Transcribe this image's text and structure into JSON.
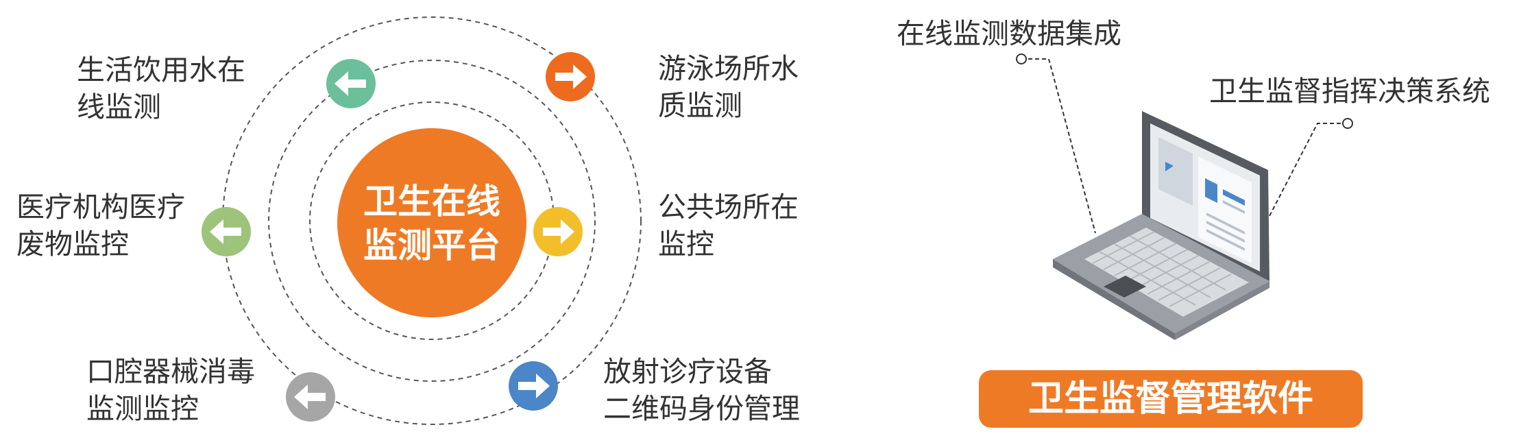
{
  "platform": {
    "line1": "卫生在线",
    "line2": "监测平台"
  },
  "nodes": [
    {
      "id": "drinking-water",
      "line1": "生活饮用水在",
      "line2": "线监测",
      "color": "#6bbf9b",
      "arrow": "left"
    },
    {
      "id": "medical-waste",
      "line1": "医疗机构医疗",
      "line2": "废物监控",
      "color": "#9dc47a",
      "arrow": "left"
    },
    {
      "id": "oral-disinfection",
      "line1": "口腔器械消毒",
      "line2": "监测监控",
      "color": "#a6a6a6",
      "arrow": "left"
    },
    {
      "id": "swimming-water",
      "line1": "游泳场所水",
      "line2": "质监测",
      "color": "#ed6b1f",
      "arrow": "right"
    },
    {
      "id": "public-places",
      "line1": "公共场所在",
      "line2": "监控",
      "color": "#f2be2a",
      "arrow": "right"
    },
    {
      "id": "radiology-qr",
      "line1": "放射诊疗设备",
      "line2": "二维码身份管理",
      "color": "#4a86c8",
      "arrow": "right"
    }
  ],
  "callouts": {
    "data_integration": "在线监测数据集成",
    "command_system": "卫生监督指挥决策系统"
  },
  "software_button": "卫生监督管理软件",
  "colors": {
    "center": "#ef7a26",
    "button": "#ef7a26",
    "orbit": "#555555"
  },
  "icons": [
    "arrow-left-icon",
    "arrow-right-icon",
    "laptop-icon",
    "callout-dot-icon"
  ]
}
